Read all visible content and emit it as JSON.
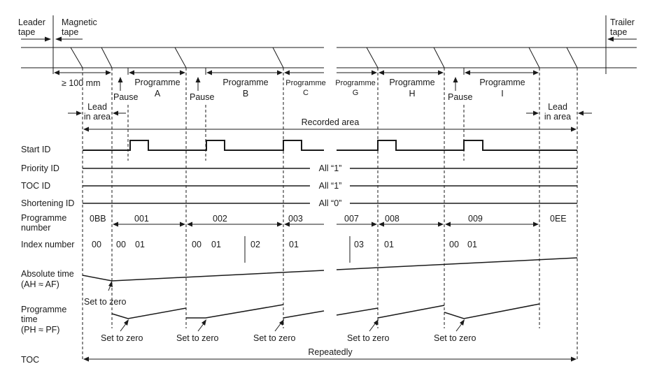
{
  "tape": {
    "leader": [
      "Leader",
      "tape"
    ],
    "magnetic": [
      "Magnetic",
      "tape"
    ],
    "trailer": [
      "Trailer",
      "tape"
    ],
    "distance": "≥ 100 mm"
  },
  "segments": {
    "pause": "Pause",
    "programme": "Programme",
    "A": "A",
    "B": "B",
    "C": "C",
    "G": "G",
    "H": "H",
    "I": "I"
  },
  "areas": {
    "lead_in": [
      "Lead",
      "in area"
    ],
    "lead_out": [
      "Lead",
      "in area"
    ],
    "recorded": "Recorded area"
  },
  "rows": {
    "start_id": "Start ID",
    "priority_id": "Priority ID",
    "toc_id": "TOC ID",
    "shortening_id": "Shortening ID",
    "programme_number": [
      "Programme",
      "number"
    ],
    "index_number": "Index number",
    "absolute_time": [
      "Absolute time",
      "(AH ≈ AF)"
    ],
    "programme_time": [
      "Programme",
      "time",
      "(PH ≈ PF)"
    ],
    "toc": "TOC"
  },
  "values": {
    "priority_all": "All “1”",
    "toc_all": "All “1”",
    "shortening_all": "All “0”",
    "prog_numbers": [
      "0BB",
      "001",
      "002",
      "003",
      "007",
      "008",
      "009",
      "0EE"
    ],
    "index_numbers": [
      "00",
      "00",
      "01",
      "00",
      "01",
      "02",
      "01",
      "03",
      "01",
      "00",
      "01"
    ],
    "set_to_zero": "Set to zero",
    "repeatedly": "Repeatedly"
  }
}
